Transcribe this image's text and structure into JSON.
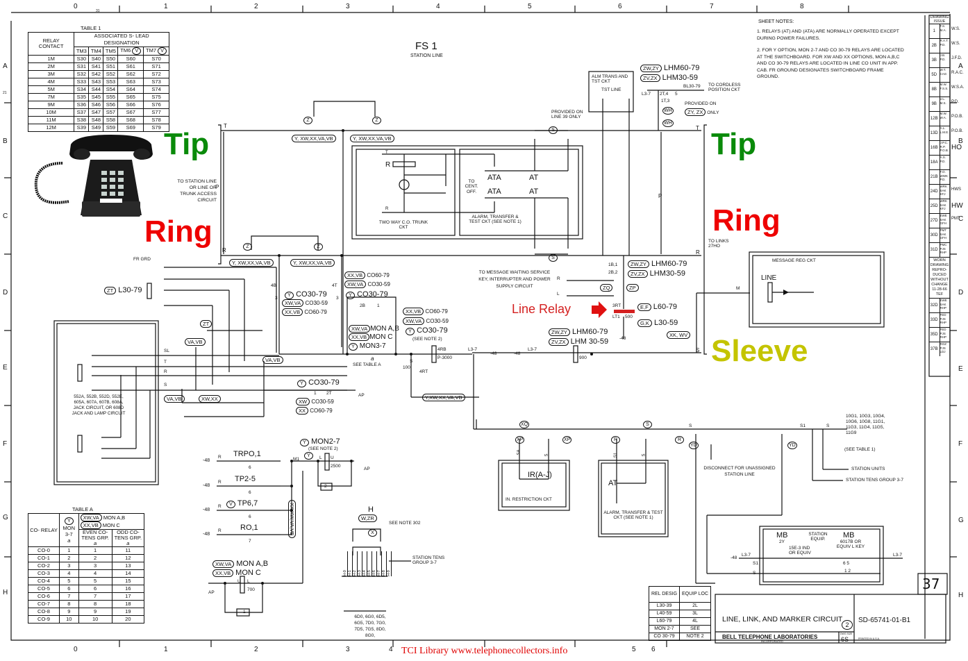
{
  "frame": {
    "columns_top": [
      "0",
      "1",
      "2",
      "3",
      "4",
      "5",
      "6",
      "7",
      "8"
    ],
    "columns_bottom": [
      "0",
      "1",
      "2",
      "3",
      "4",
      "5",
      "6"
    ],
    "rows_left": [
      "A",
      "B",
      "C",
      "D",
      "E",
      "F",
      "G",
      "H"
    ],
    "rows_right": [
      "A",
      "B",
      "C",
      "D",
      "E",
      "F",
      "G",
      "H"
    ],
    "small_marks": [
      "31",
      "21"
    ]
  },
  "heading": {
    "title": "FS 1",
    "subtitle": "STATION LINE"
  },
  "table1": {
    "caption": "TABLE 1",
    "header_col1": "RELAY CONTACT",
    "header_group": "ASSOCIATED S- LEAD DESIGNATION",
    "columns": [
      "TM3",
      "TM4",
      "TM5",
      "TM6",
      "TM7"
    ],
    "column_option": "V",
    "rows": [
      [
        "1M",
        "S30",
        "S40",
        "S50",
        "S60",
        "S70"
      ],
      [
        "2M",
        "S31",
        "S41",
        "S51",
        "S61",
        "S71"
      ],
      [
        "3M",
        "S32",
        "S42",
        "S52",
        "S62",
        "S72"
      ],
      [
        "4M",
        "S33",
        "S43",
        "S53",
        "S63",
        "S73"
      ],
      [
        "5M",
        "S34",
        "S44",
        "S54",
        "S64",
        "S74"
      ],
      [
        "7M",
        "S35",
        "S45",
        "S55",
        "S65",
        "S75"
      ],
      [
        "9M",
        "S36",
        "S46",
        "S56",
        "S66",
        "S76"
      ],
      [
        "10M",
        "S37",
        "S47",
        "S57",
        "S67",
        "S77"
      ],
      [
        "11M",
        "S38",
        "S48",
        "S58",
        "S68",
        "S78"
      ],
      [
        "12M",
        "S39",
        "S49",
        "S59",
        "S69",
        "S79"
      ]
    ]
  },
  "tableA": {
    "caption": "TABLE A",
    "col1": "CO- RELAY",
    "col2_opt": "Y",
    "col2": "MON 3-7",
    "col3_opt_a": "XW,VA",
    "col3_label_a": "MON A,B",
    "col3_opt_b": "XX,VB",
    "col3_label_b": "MON C",
    "col3": "EVEN CO- TENS GRP.",
    "col4": "ODD CO- TENS GRP.",
    "sub": "a",
    "rows": [
      [
        "CO-0",
        "1",
        "1",
        "11"
      ],
      [
        "CO-1",
        "2",
        "2",
        "12"
      ],
      [
        "CO-2",
        "3",
        "3",
        "13"
      ],
      [
        "CO-3",
        "4",
        "4",
        "14"
      ],
      [
        "CO-4",
        "5",
        "5",
        "15"
      ],
      [
        "CO-5",
        "6",
        "6",
        "16"
      ],
      [
        "CO-6",
        "7",
        "7",
        "17"
      ],
      [
        "CO-7",
        "8",
        "8",
        "18"
      ],
      [
        "CO-8",
        "9",
        "9",
        "19"
      ],
      [
        "CO-9",
        "10",
        "10",
        "20"
      ]
    ]
  },
  "sheet_notes": {
    "title": "SHEET NOTES:",
    "notes": [
      "1. RELAYS (AT) AND (ATA) ARE NORMALLY OPERATED EXCEPT DURING POWER FAILURES.",
      "2. FOR Y OPTION, MON 2-7 AND CO 30-79 RELAYS ARE LOCATED AT THE SWITCHBOARD. FOR XW AND XX OPTIONS, MON A,B,C AND CO 30-79 RELAYS ARE LOCATED IN LINE CO UNIT IN APP. CAB. FR GROUND DESIGNATES SWITCHBOARD FRAME GROUND."
    ]
  },
  "drawing_issue": {
    "header": "DRAWING ISSUE",
    "rows": [
      {
        "issue": "1",
        "init": "F.S. M.A.",
        "note": "W.S."
      },
      {
        "issue": "2B",
        "init": "R.A.T. P.D.",
        "note": "W.S."
      },
      {
        "issue": "3B",
        "init": "J.B. P.D.",
        "note": "J.F.D."
      },
      {
        "issue": "5D",
        "init": "W.T. CAG",
        "note": "R.A.C."
      },
      {
        "issue": "8B",
        "init": "M.W. F.S.S.",
        "note": "W.S.A."
      },
      {
        "issue": "9B",
        "init": "V.L. M.S.",
        "note": "P.D."
      },
      {
        "issue": "12B",
        "init": "M.W. W.A.",
        "note": "P.O.B."
      },
      {
        "issue": "13D",
        "init": "A.L. L.M.E.",
        "note": "P.O.B."
      },
      {
        "issue": "16B",
        "init": "J.P.C. R.P. P.O.B.",
        "note": "HO"
      },
      {
        "issue": "18A",
        "init": "A.S. P.D.",
        "note": ""
      },
      {
        "issue": "21B",
        "init": "F.O. WWK P.D.",
        "note": ""
      },
      {
        "issue": "24D",
        "init": "WRK SAK KFJ",
        "note": "HWS"
      },
      {
        "issue": "25D",
        "init": "WRK SAK KFJ",
        "note": "HW"
      },
      {
        "issue": "27D",
        "init": "EWE SAK GFH",
        "note": "PMT"
      },
      {
        "issue": "30D",
        "init": "PMT SAK GFH",
        "note": ""
      },
      {
        "issue": "31D",
        "init": "PMC PJS RHP",
        "note": ""
      },
      {
        "issue": "WORN DRAWING REPRO-DUCED WITHOUT CHANGE 11-28-66 TEF",
        "init": "",
        "note": ""
      },
      {
        "issue": "32D",
        "init": "EWE SAK RHP",
        "note": ""
      },
      {
        "issue": "33D",
        "init": "FED PJS RHP",
        "note": ""
      },
      {
        "issue": "35D",
        "init": "FED PJS RHP",
        "note": ""
      },
      {
        "issue": "37B",
        "init": "ROZ PJS LDJ",
        "note": ""
      }
    ]
  },
  "overlays": {
    "tip_left": "Tip",
    "ring_left": "Ring",
    "tip_right": "Tip",
    "ring_right": "Ring",
    "sleeve": "Sleeve",
    "line_relay": "Line Relay",
    "tip_color": "#0a8a0a",
    "ring_color": "#ee0000",
    "sleeve_color": "#c4c400",
    "relay_color": "#d42020"
  },
  "labels": {
    "to_station": "TO STATION LINE OR LINE OR TRUNK ACCESS CIRCUIT",
    "lead_t": "T",
    "lead_r": "R",
    "lead_p": "P",
    "lead_s": "S",
    "lead_sl": "SL",
    "lead_s1": "S1",
    "lead_sa": "SA",
    "lead_l": "L",
    "lead_m": "M",
    "z": "Z",
    "opt_yxw": "Y, XW,XX,VA,VB",
    "opt_yxw2": "Y,XW,XX,VA,VB",
    "trunk_box": "TWO WAY C.O. TRUNK CKT",
    "to_cent_off": "TO CENT. OFF.",
    "ata": "ATA",
    "at": "AT",
    "alarm_box": "ALARM, TRANSFER & TEST CKT (SEE NOTE 1)",
    "alm_trans": "ALM TRANS AND TST CKT",
    "tst_line": "TST LINE",
    "provided_line39": "PROVIDED ON LINE 39 ONLY",
    "lhm6079_opt": "ZW,ZY",
    "lhm6079": "LHM60-79",
    "lhm3059_opt": "ZV,ZX",
    "lhm3059": "LHM30-59",
    "lhm3059b": "LHM 30-59",
    "bl3079": "BL30-79",
    "to_cordless": "TO CORDLESS POSITION CKT",
    "l37": "L3-7",
    "c2t4": "2T,4",
    "c5": "5",
    "c1t3": "1T,3",
    "wh": "WH",
    "provided_on": "PROVIDED ON",
    "zyzx": "ZY, ZX",
    "only": "ONLY",
    "to_links": "TO LINKS 27HO",
    "msg_reg": "MESSAGE REG CKT",
    "line": "LINE",
    "to_msg": "TO MESSAGE WAITING SERVICE KEY, INTERRUPTER AND POWER SUPPLY CIRCUIT",
    "zq": "ZQ",
    "zp": "ZP",
    "c1b1": "1B,1",
    "c2b2": "2B,2",
    "c3rt": "3RT",
    "lt1": "LT1",
    "r500": "500",
    "ef": "E,F",
    "l6079": "L60-79",
    "gk": "G,K",
    "l3059": "L30-59",
    "m48": "-48",
    "xkwv": "XK, WV",
    "r900": "900",
    "fr_grd": "FR GRD",
    "zt": "ZT",
    "l3079": "L30-79",
    "vavb": "VA,VB",
    "xwxx": "XW,XX",
    "jack_box": "552A, 552B, 552D, 552E, 605A, 607A, 607B, 608A, JACK CIRCUIT, OR 608D JACK AND LAMP CIRCUIT",
    "y": "Y",
    "co3079": "CO30-79",
    "xwva": "XW,VA",
    "xxvb": "XX,VB",
    "co3059": "CO30-59",
    "co6079": "CO60-79",
    "c4b": "4B",
    "c4t": "4T",
    "c3": "3",
    "c2b": "2B",
    "c1": "1",
    "mon_ab": "MON A,B",
    "mon_c": "MON C",
    "mon37": "MON3-7",
    "a": "a",
    "see_table_a": "SEE TABLE A",
    "see_note2": "(SEE NOTE 2)",
    "r4rb": "4RB",
    "p3000": "P-3000",
    "c100": "100",
    "r4rt": "4RT",
    "c2t": "2T",
    "ap": "AP",
    "xw": "XW",
    "xx": "XX",
    "trpo1": "TRPO,1",
    "tp25": "TP2-5",
    "v": "V",
    "tp67": "TP6,7",
    "ro1": "RO,1",
    "c6": "6",
    "c7": "7",
    "m1": "M1",
    "mon27": "MON2-7",
    "r2500": "2500",
    "u": "U",
    "r700": "700",
    "c_2": "2",
    "xxxwvavb": "XX,XW,VA,VB",
    "h": "H",
    "wzr": "W,ZR",
    "see_note302": "SEE NOTE 302",
    "x": "X",
    "h_terms": [
      "H-0",
      "H-1",
      "H-2",
      "H-3",
      "H-4",
      "H-5",
      "H-6",
      "H-7",
      "H-8",
      "H-9"
    ],
    "station_tens": "STATION TENS GROUP 3-7",
    "mounting": "6D0, 6G0, 6D5, 6G5, 7D0, 7G0, 7D5, 7G5, 8D0, 8G0,",
    "xq": "XQ",
    "xp": "XP",
    "r_opt": "R",
    "s_opt": "S",
    "yd": "YD",
    "ir": "IR(A-J)",
    "in_restr": "IN. RESTRICTION CKT",
    "disconnect": "DISCONNECT FOR UNASSIGNED STATION LINE",
    "units_list": "10G1, 10G3, 10G4, 10G6, 10G8, 11G1, 11G3, 11G4, 11G5, 11G9",
    "see_table1": "(SEE TABLE 1)",
    "station_units": "STATION UNITS",
    "station_tens_group": "STATION TENS GROUP 3-7",
    "mb": "MB",
    "mb_2y": "2Y",
    "station_equip": "STATION EQUIP.",
    "lamp": "15E-3 IND OR EQUIV",
    "mb_key": "6017B OR EQUIV L KEY",
    "c65": "6  5",
    "c12": "1  2"
  },
  "equip_table": {
    "h1": "REL DESIG",
    "h2": "EQUIP LOC",
    "rows": [
      [
        "L30-39",
        "2L"
      ],
      [
        "L40-59",
        "3L"
      ],
      [
        "L60-79",
        "4L"
      ],
      [
        "MON 2-7",
        "SEE"
      ],
      [
        "CO 30-79",
        "NOTE 2"
      ]
    ]
  },
  "title_block": {
    "circuit": "LINE, LINK, AND MARKER CIRCUIT",
    "issue_circle": "2",
    "company": "BELL TELEPHONE LABORATORIES",
    "incorporated": "INCORPORATED",
    "size_label": "DWG SIZE",
    "size": "6S",
    "drawing_no": "SD-65741-01-B1",
    "printed": "PRINTED IN U.S.A.",
    "sheet": "37"
  },
  "watermark": "TCI Library  www.telephonecollectors.info"
}
